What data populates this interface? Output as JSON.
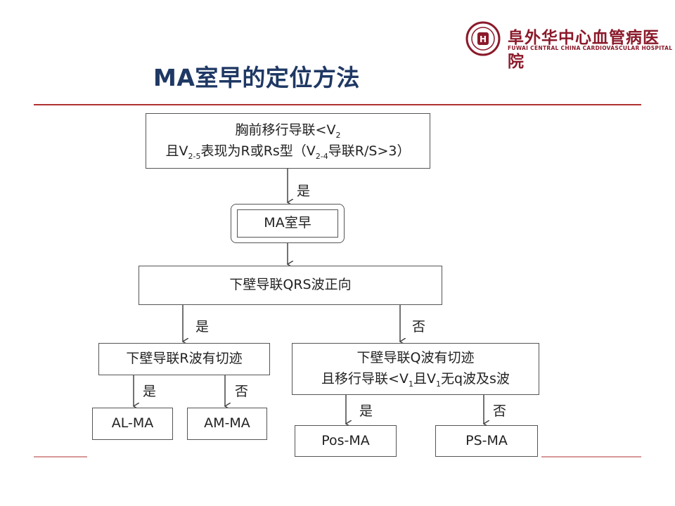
{
  "header": {
    "title": "MA室早的定位方法",
    "logo_cn": "阜外华中心血管病医院",
    "logo_en": "FUWAI CENTRAL CHINA CARDIOVASCULAR HOSPITAL"
  },
  "flow": {
    "box1_line1": "胸前移行导联<V",
    "box1_line1_sub": "2",
    "box1_line2_a": "且V",
    "box1_line2_sub1": "2-5",
    "box1_line2_b": "表现为R或Rs型（V",
    "box1_line2_sub2": "2-4",
    "box1_line2_c": "导联R/S>3）",
    "yes1": "是",
    "box2": "MA室早",
    "box3": "下壁导联QRS波正向",
    "yes_left": "是",
    "no_right": "否",
    "box4": "下壁导联R波有切迹",
    "box5_line1": "下壁导联Q波有切迹",
    "box5_line2_a": "且移行导联<V",
    "box5_line2_sub1": "1",
    "box5_line2_b": "且V",
    "box5_line2_sub2": "1",
    "box5_line2_c": "无q波及s波",
    "yes_l2": "是",
    "no_l2": "否",
    "yes_r2": "是",
    "no_r2": "否",
    "leaf1": "AL-MA",
    "leaf2": "AM-MA",
    "leaf3": "Pos-MA",
    "leaf4": "PS-MA"
  },
  "colors": {
    "title": "#1f3864",
    "rule": "#b03030",
    "brand": "#8b1a2b"
  }
}
